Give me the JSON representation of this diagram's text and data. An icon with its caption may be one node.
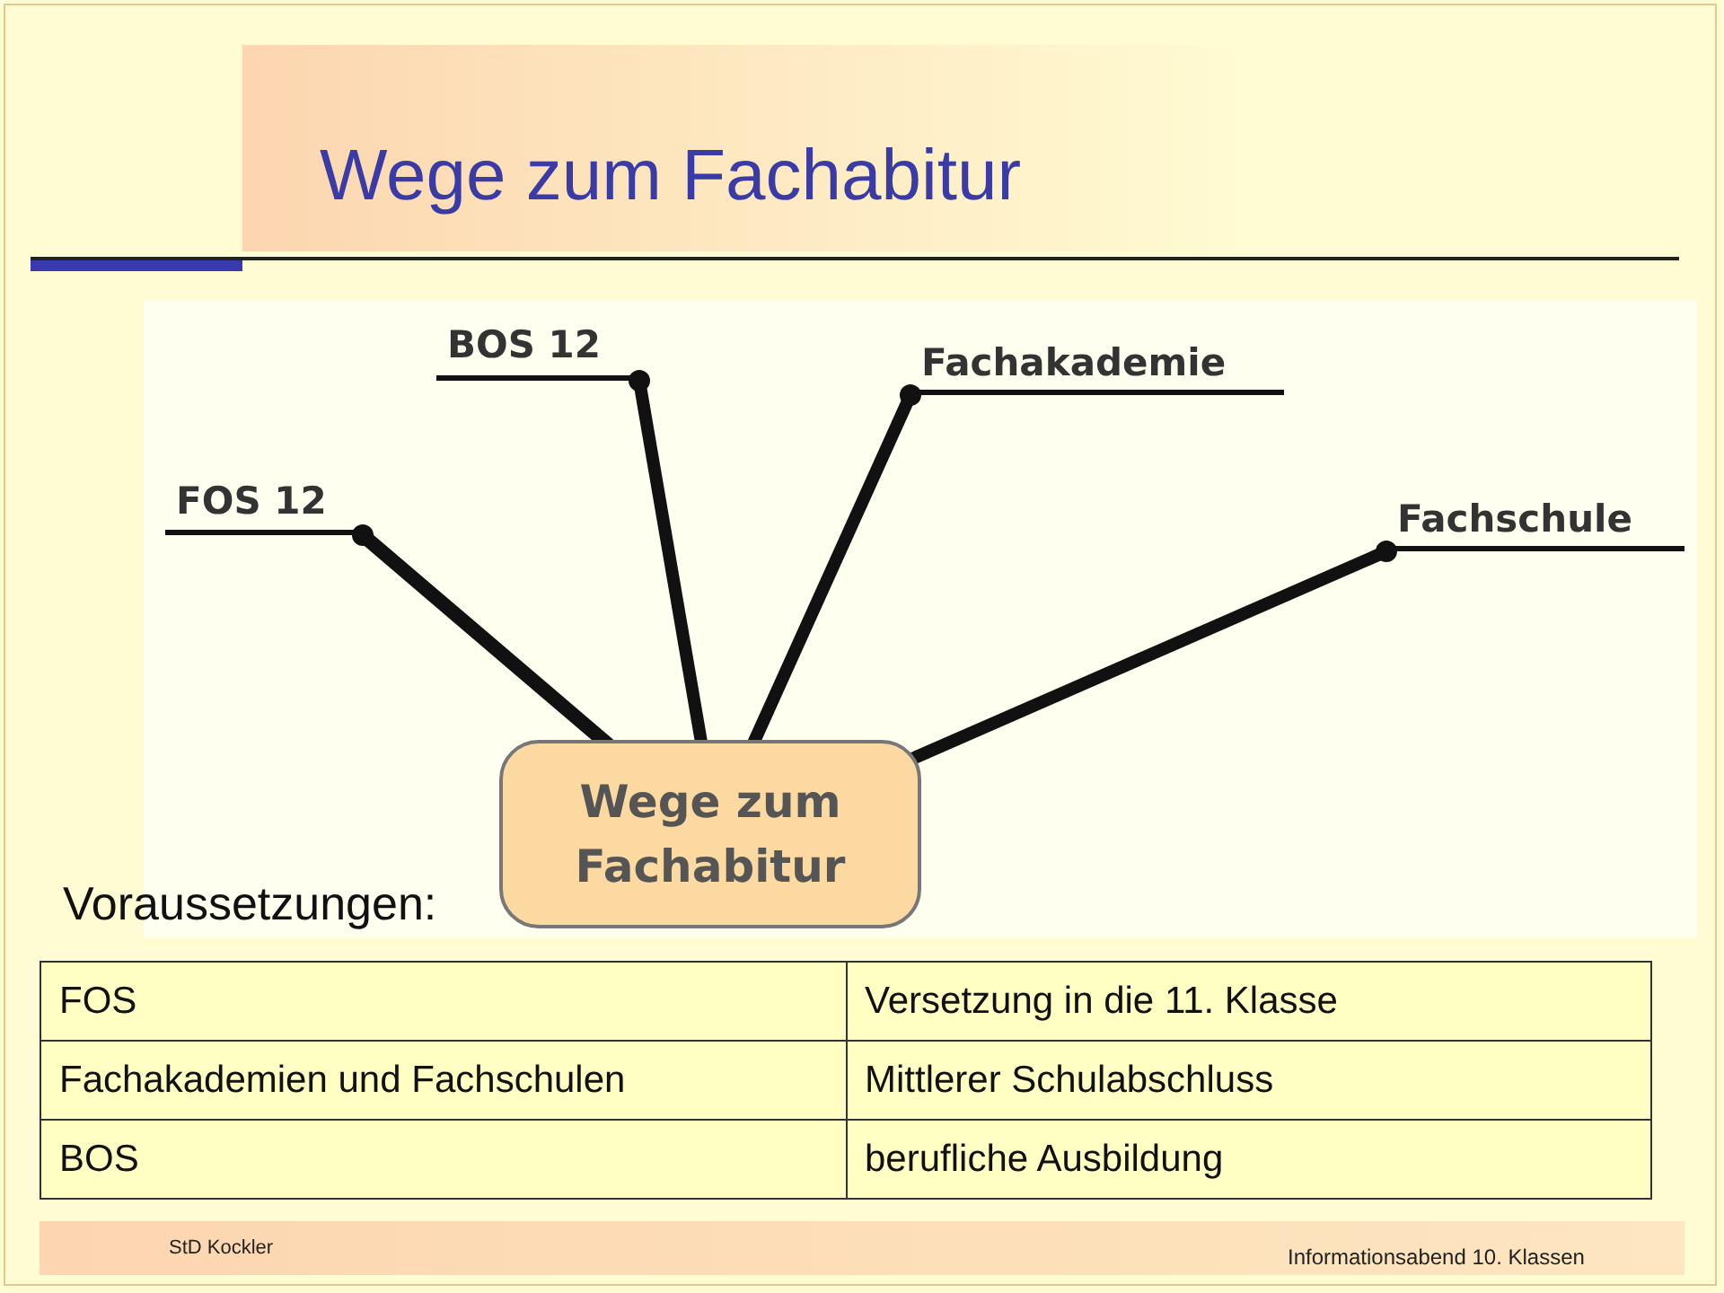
{
  "diagram": {
    "title": "Wege zum Fachabitur",
    "nodes": [
      {
        "text": [
          "Wege zum Fachabitur"
        ]
      },
      {
        "text": [
          "FOS 12"
        ]
      },
      {
        "text": [
          "BOS 12"
        ]
      },
      {
        "text": [
          "Fachakademie"
        ]
      },
      {
        "text": [
          "Fachschule"
        ]
      }
    ],
    "edges": [
      {
        "from": 0,
        "to": 1,
        "arrow": "other"
      },
      {
        "from": 0,
        "to": 2,
        "arrow": "other"
      },
      {
        "from": 0,
        "to": 3,
        "arrow": "other"
      },
      {
        "from": 0,
        "to": 4,
        "arrow": "other"
      }
    ],
    "labels": [
      "Voraussetzungen:",
      "FOS",
      "Versetzung in die 11. Klasse",
      "Fachakademien und Fachschulen",
      "Mittlerer Schulabschluss",
      "BOS",
      "berufliche Ausbildung",
      "StD Kockler",
      "Informationsabend 10. Klassen"
    ]
  }
}
